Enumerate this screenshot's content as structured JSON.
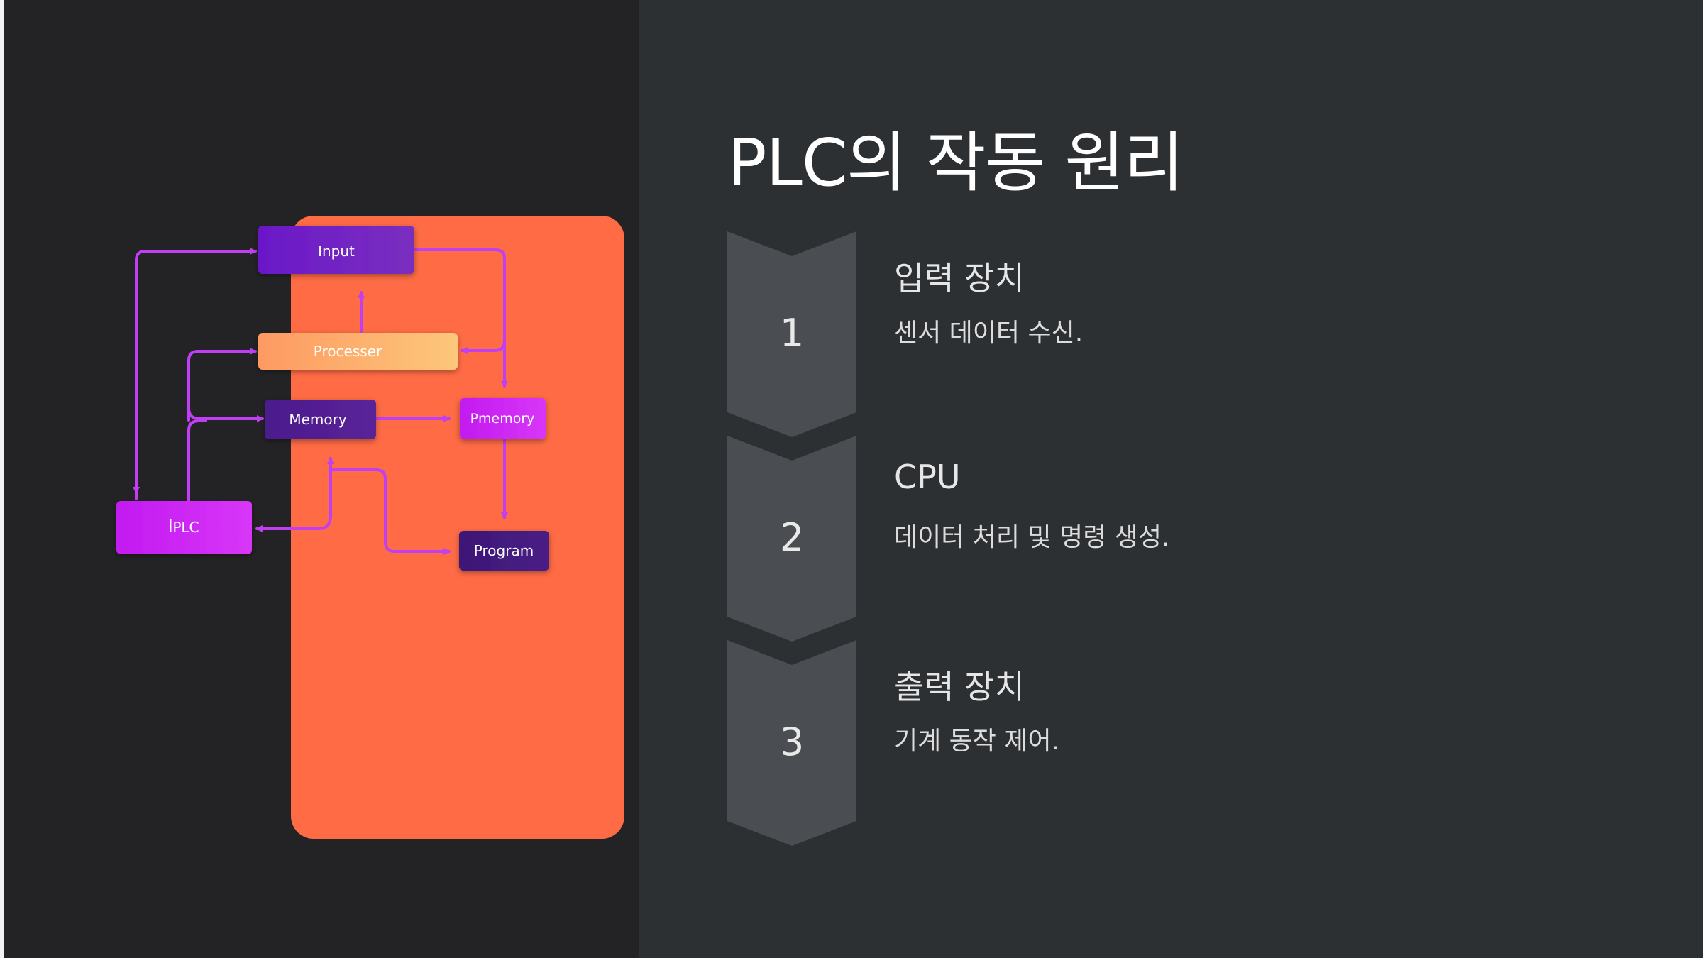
{
  "slide": {
    "title": "PLC의 작동 원리"
  },
  "colors": {
    "background": "#2d3033",
    "left_panel": "#232325",
    "orange_panel": "#fe6b45",
    "chevron": "#4a4d51",
    "arrow": "#c03ff2"
  },
  "diagram": {
    "nodes": {
      "input": "Input",
      "processer": "Processer",
      "memory": "Memory",
      "pmemory": "Pmemory",
      "plc": "ꟾPLC",
      "program": "Program"
    }
  },
  "steps": [
    {
      "number": "1",
      "title": "입력 장치",
      "desc": "센서 데이터 수신."
    },
    {
      "number": "2",
      "title": "CPU",
      "desc": "데이터 처리 및 명령 생성."
    },
    {
      "number": "3",
      "title": "출력 장치",
      "desc": "기계 동작 제어."
    }
  ]
}
